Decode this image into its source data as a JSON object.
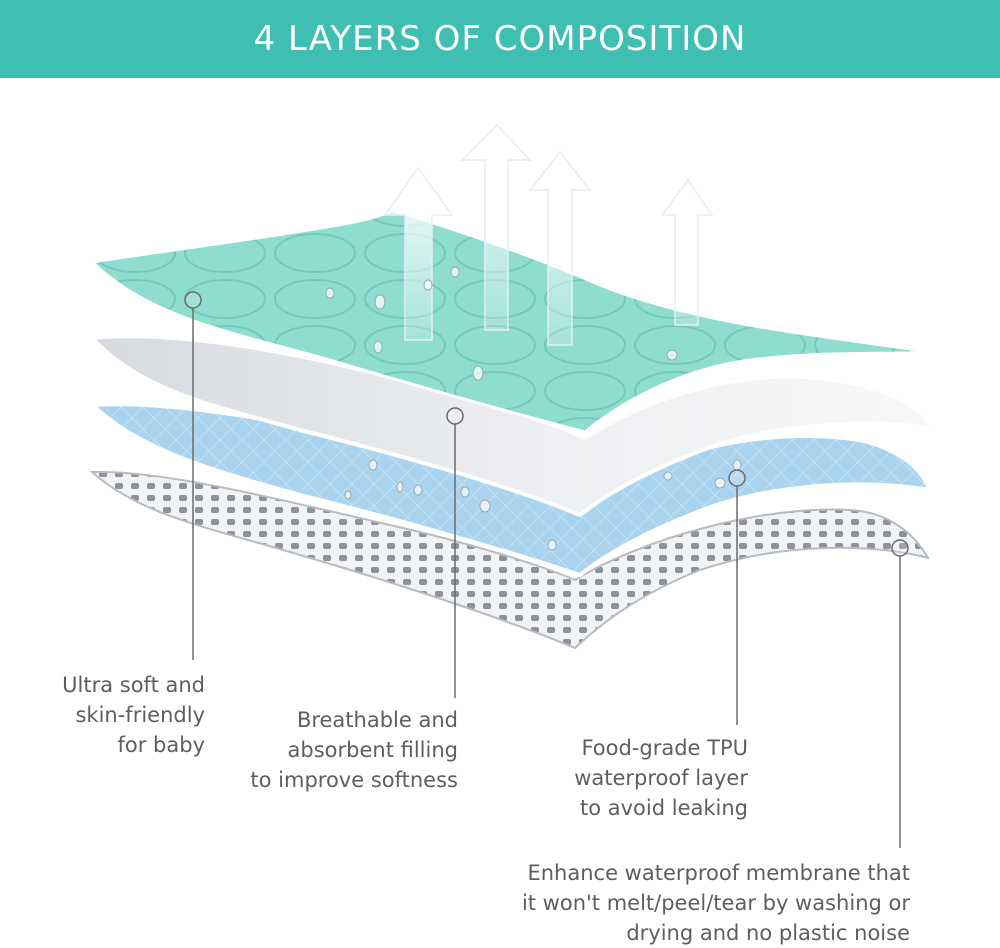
{
  "header": {
    "title": "4 LAYERS OF COMPOSITION"
  },
  "colors": {
    "banner": "#3fbfb2",
    "top_layer": "#8fdcd0",
    "filling_layer": "#e4e6ea",
    "tpu_layer": "#a9d3ef",
    "membrane_layer": "#f2f3f5",
    "caption_text": "#5e5e5e"
  },
  "layers": [
    {
      "name": "top-fabric",
      "caption": [
        "Ultra soft and",
        "skin-friendly",
        "for baby"
      ]
    },
    {
      "name": "absorbent-filling",
      "caption": [
        "Breathable and",
        "absorbent filling",
        "to improve softness"
      ]
    },
    {
      "name": "tpu-layer",
      "caption": [
        "Food-grade TPU",
        "waterproof layer",
        "to avoid leaking"
      ]
    },
    {
      "name": "membrane",
      "caption": [
        "Enhance waterproof membrane that",
        "it won't melt/peel/tear by washing or",
        "drying and no plastic noise"
      ]
    }
  ]
}
